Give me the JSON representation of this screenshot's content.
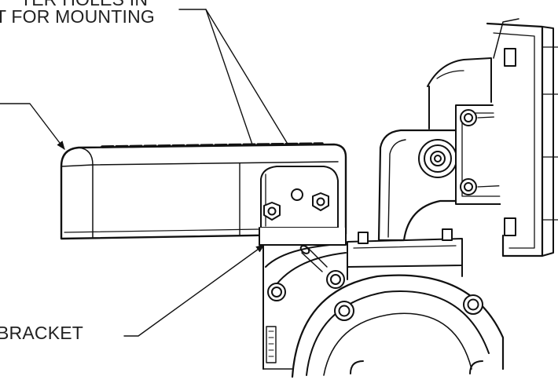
{
  "callouts": {
    "mounting_holes_line1": "TER HOLES IN",
    "mounting_holes_line2": "T FOR MOUNTING",
    "bracket": "BRACKET"
  },
  "colors": {
    "line": "#111111",
    "background": "#ffffff"
  }
}
